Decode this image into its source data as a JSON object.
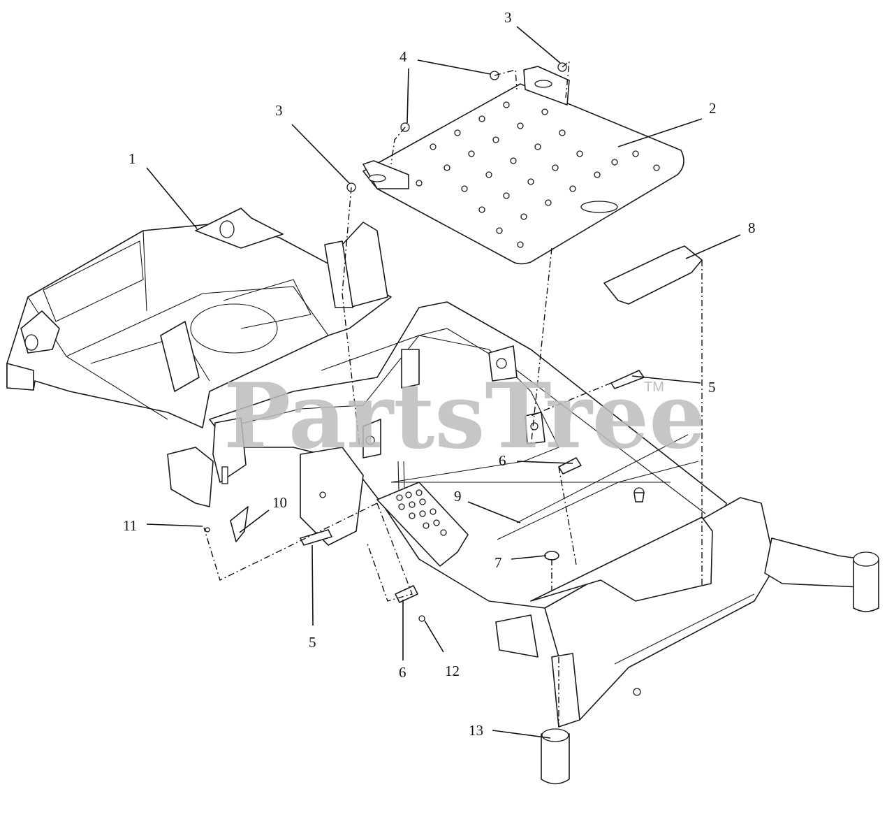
{
  "watermark": {
    "text": "PartsTree",
    "trademark": "TM"
  },
  "callouts": [
    {
      "id": "c1",
      "label": "1"
    },
    {
      "id": "c2",
      "label": "2"
    },
    {
      "id": "c3a",
      "label": "3"
    },
    {
      "id": "c3b",
      "label": "3"
    },
    {
      "id": "c4",
      "label": "4"
    },
    {
      "id": "c5a",
      "label": "5"
    },
    {
      "id": "c5b",
      "label": "5"
    },
    {
      "id": "c6a",
      "label": "6"
    },
    {
      "id": "c6b",
      "label": "6"
    },
    {
      "id": "c7",
      "label": "7"
    },
    {
      "id": "c8",
      "label": "8"
    },
    {
      "id": "c9",
      "label": "9"
    },
    {
      "id": "c10",
      "label": "10"
    },
    {
      "id": "c11",
      "label": "11"
    },
    {
      "id": "c12",
      "label": "12"
    },
    {
      "id": "c13",
      "label": "13"
    }
  ]
}
